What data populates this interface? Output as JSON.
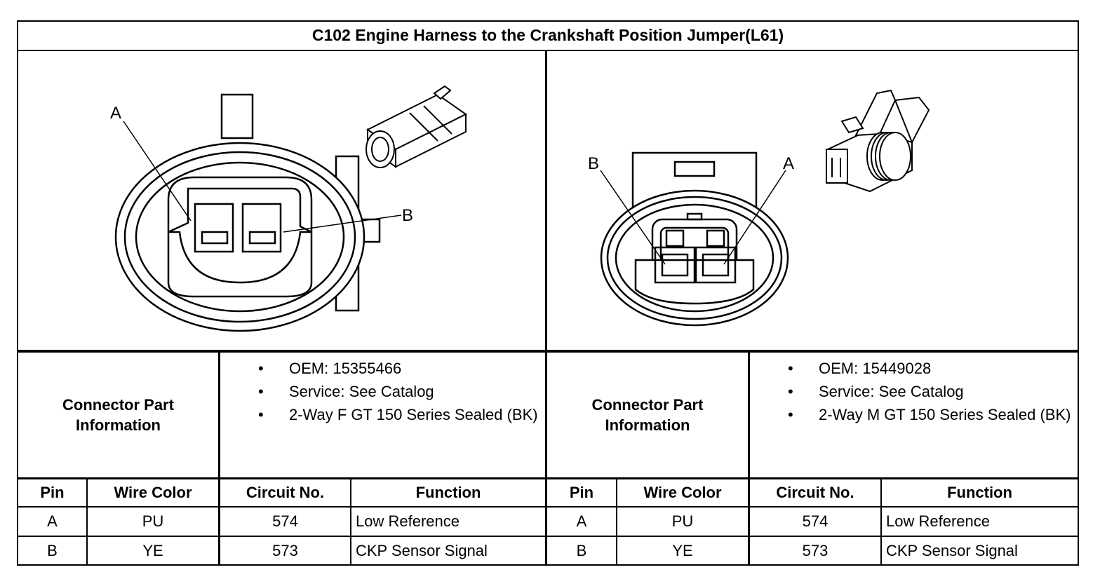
{
  "title": "C102 Engine Harness to the Crankshaft Position Jumper(L61)",
  "connectors": [
    {
      "pin_labels": [
        "A",
        "B"
      ],
      "part_info_label": "Connector Part Information",
      "part_info": [
        "OEM: 15355466",
        "Service: See Catalog",
        "2-Way F GT 150 Series Sealed (BK)"
      ],
      "headers": [
        "Pin",
        "Wire Color",
        "Circuit No.",
        "Function"
      ],
      "rows": [
        [
          "A",
          "PU",
          "574",
          "Low Reference"
        ],
        [
          "B",
          "YE",
          "573",
          "CKP Sensor Signal"
        ]
      ]
    },
    {
      "pin_labels": [
        "B",
        "A"
      ],
      "part_info_label": "Connector Part Information",
      "part_info": [
        "OEM: 15449028",
        "Service: See Catalog",
        "2-Way M GT 150 Series Sealed (BK)"
      ],
      "headers": [
        "Pin",
        "Wire Color",
        "Circuit No.",
        "Function"
      ],
      "rows": [
        [
          "A",
          "PU",
          "574",
          "Low Reference"
        ],
        [
          "B",
          "YE",
          "573",
          "CKP Sensor Signal"
        ]
      ]
    }
  ]
}
